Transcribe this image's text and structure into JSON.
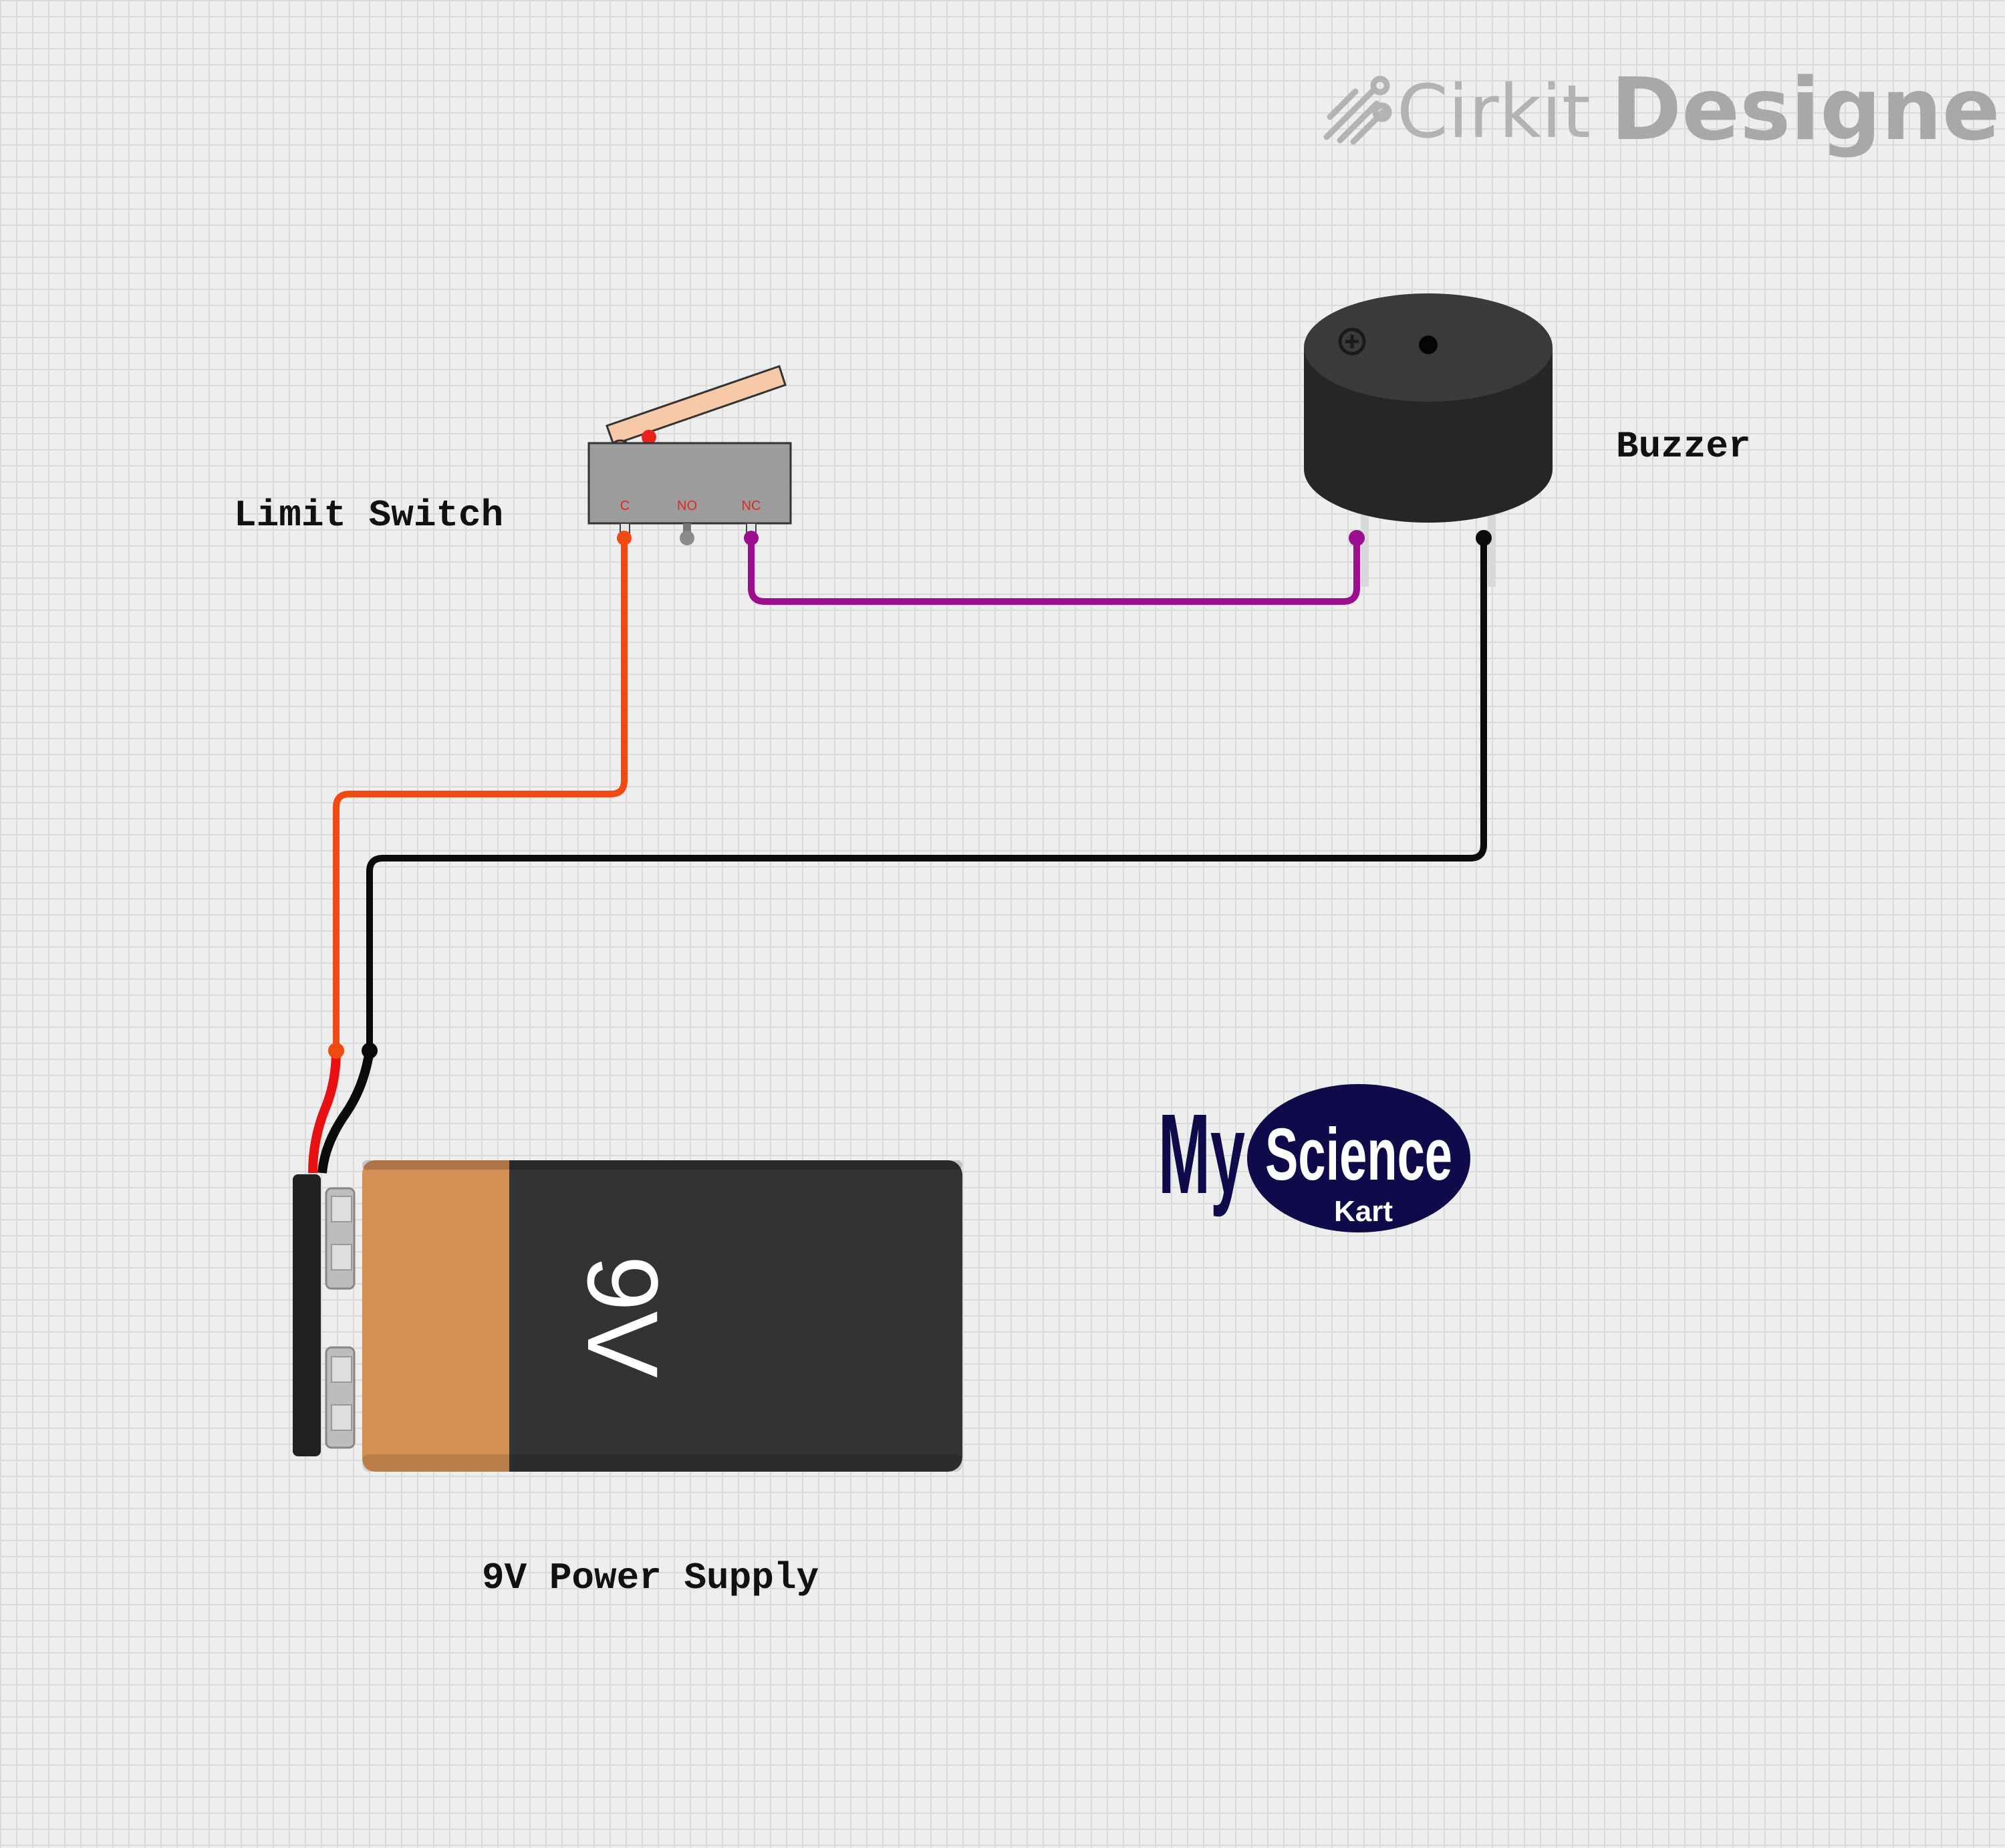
{
  "brand": {
    "name_light": "Cirkit",
    "name_bold": "Designer",
    "icon": "circuit-traces-icon"
  },
  "components": {
    "limit_switch": {
      "label": "Limit Switch",
      "pins": [
        "C",
        "NO",
        "NC"
      ]
    },
    "buzzer": {
      "label": "Buzzer"
    },
    "battery": {
      "label": "9V Power Supply",
      "marking": "9V"
    }
  },
  "logo": {
    "my": "My",
    "science": "Science",
    "kart": "Kart"
  },
  "wires": [
    {
      "from": "battery.positive",
      "to": "limit_switch.C",
      "color": "#f04a12"
    },
    {
      "from": "limit_switch.NC",
      "to": "buzzer.positive",
      "color": "#9b0f8f"
    },
    {
      "from": "buzzer.negative",
      "to": "battery.negative",
      "color": "#0a0a0a"
    }
  ],
  "colors": {
    "background": "#eeeeee",
    "grid": "#dadada",
    "wire_red": "#f04a12",
    "wire_purple": "#9b0f8f",
    "wire_black": "#0a0a0a",
    "battery_copper": "#d48f55",
    "battery_body": "#333333",
    "logo_navy": "#0f0a4a"
  }
}
